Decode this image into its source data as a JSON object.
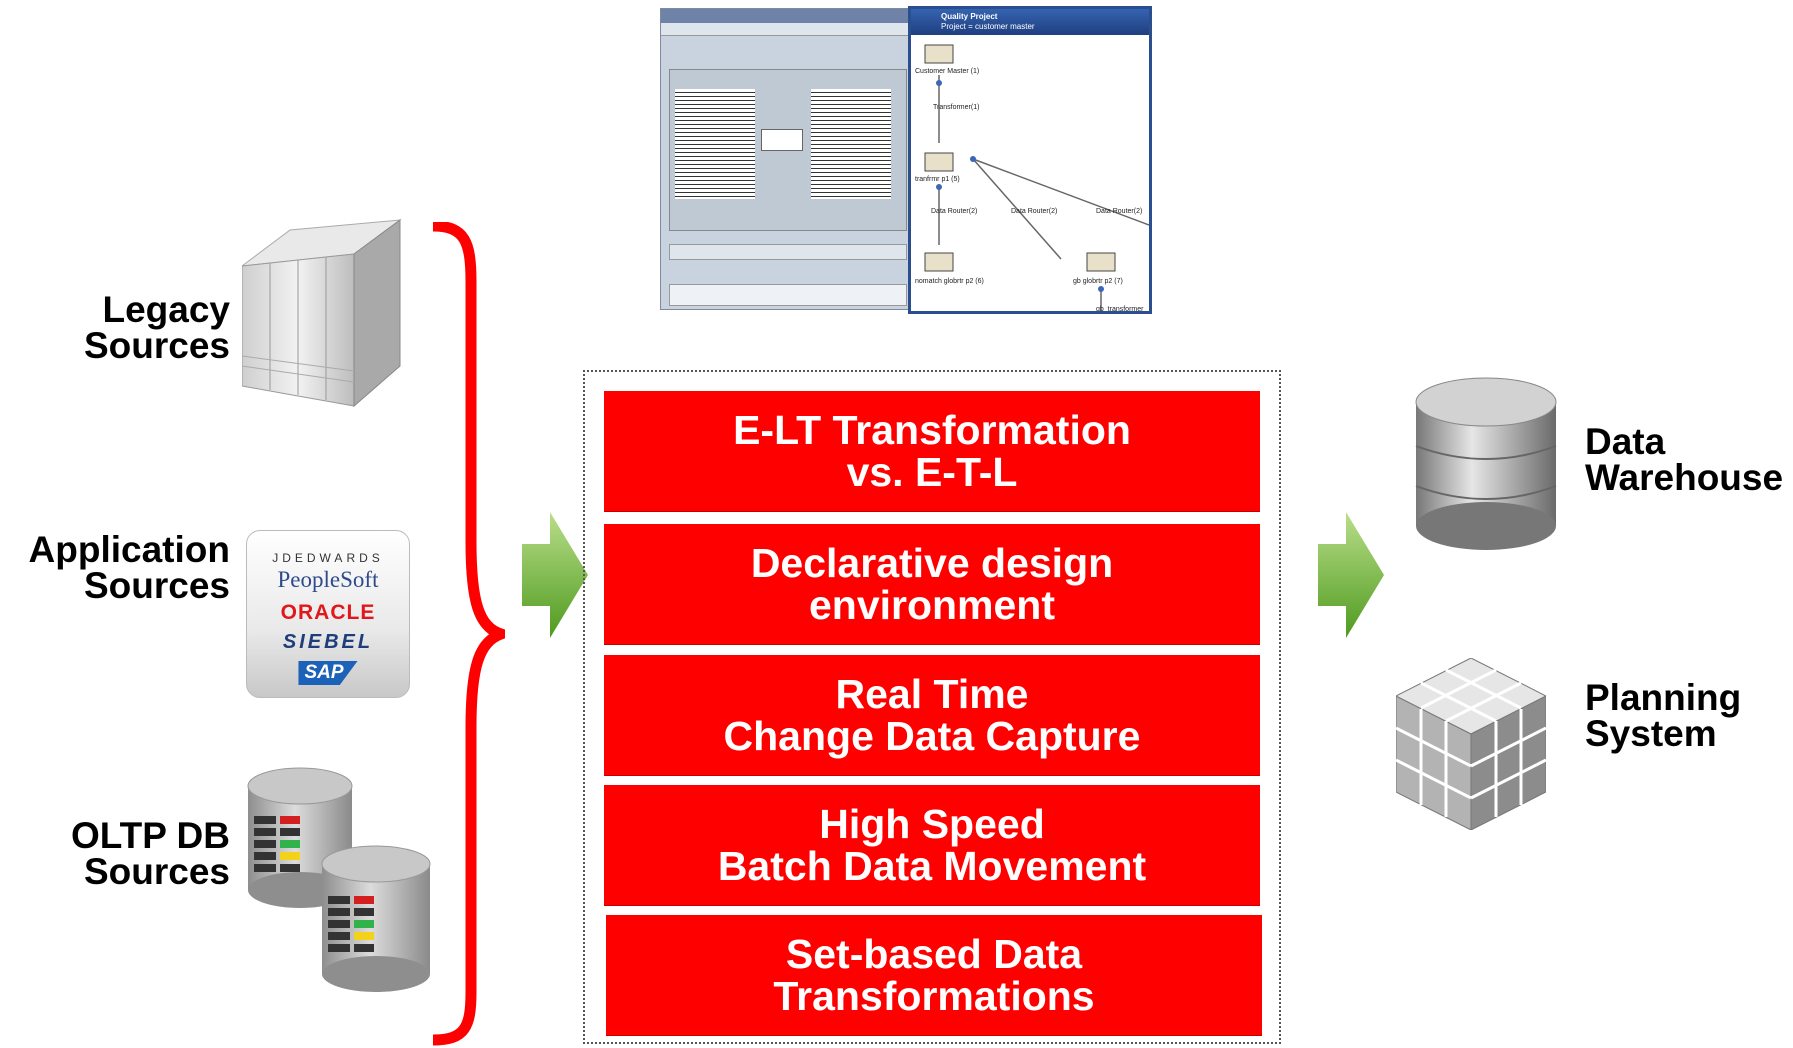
{
  "sources": {
    "legacy": [
      "Legacy",
      "Sources"
    ],
    "application": [
      "Application",
      "Sources"
    ],
    "oltp": [
      "OLTP DB",
      "Sources"
    ]
  },
  "logos": {
    "jdedwards": "JDEDWARDS",
    "peoplesoft": "PeopleSoft",
    "oracle": "ORACLE",
    "siebel": "SIEBEL",
    "sap": "SAP"
  },
  "features": [
    [
      "E-LT Transformation",
      "vs. E-T-L"
    ],
    [
      "Declarative design",
      "environment"
    ],
    [
      "Real Time",
      "Change Data Capture"
    ],
    [
      "High Speed",
      "Batch Data Movement"
    ],
    [
      "Set-based Data",
      "Transformations"
    ]
  ],
  "targets": {
    "warehouse": [
      "Data",
      "Warehouse"
    ],
    "planning": [
      "Planning",
      "System"
    ]
  },
  "screenshot": {
    "title": "Quality Project",
    "subtitle": "Project = customer master",
    "nodes": [
      "Customer Master (1)",
      "Transformer(1)",
      "tranfrmr p1 (5)",
      "Data Router(2)",
      "Data Router(2)",
      "Data Router(2)",
      "nomatch globrtr p2 (6)",
      "gb globrtr p2 (7)",
      "gb_transformer"
    ]
  },
  "colors": {
    "feature_bar": "#ff0000",
    "brace": "#ff0000",
    "arrow": "#7cc242"
  }
}
